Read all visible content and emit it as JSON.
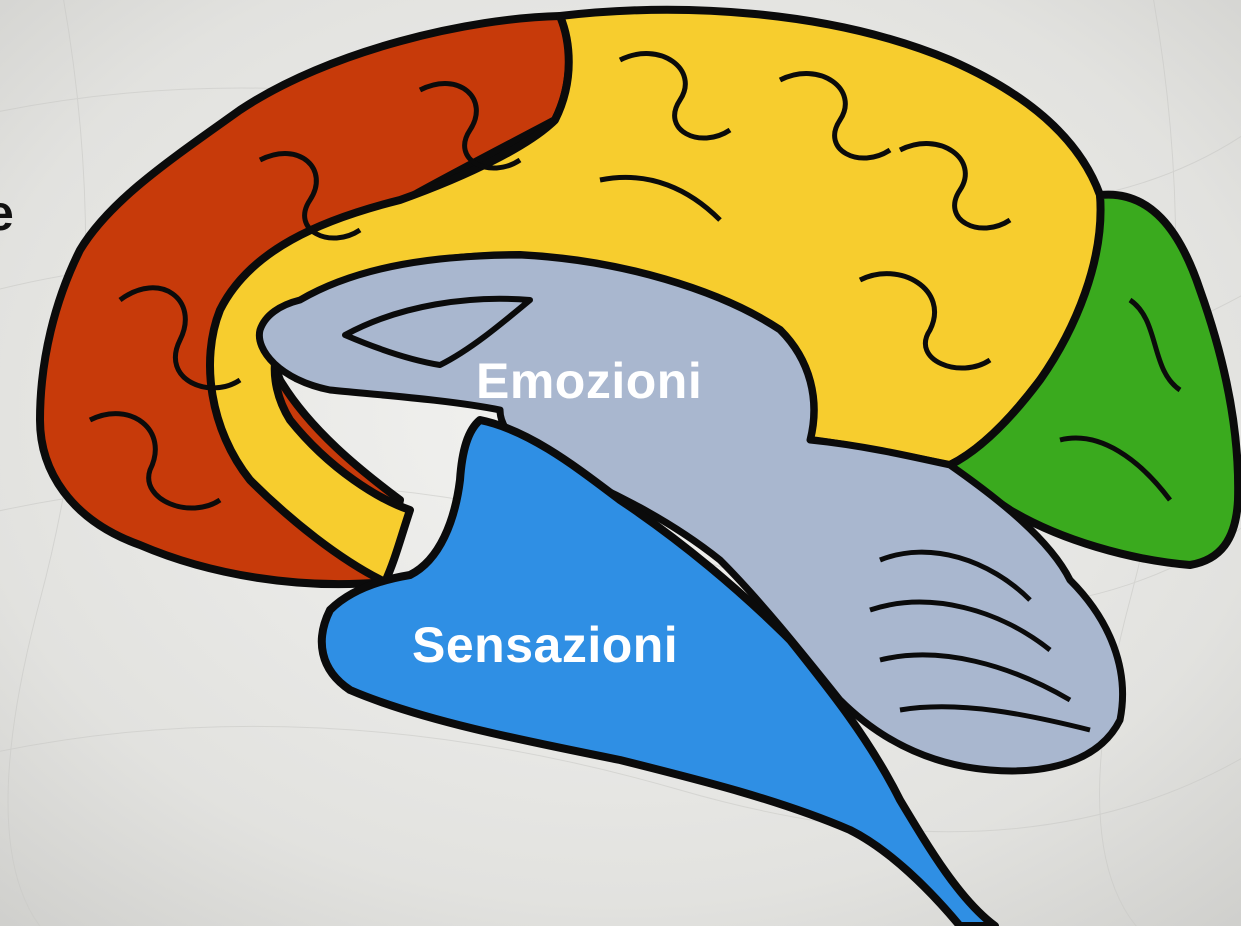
{
  "slide": {
    "partial_text_left_edge": "e",
    "labels": {
      "emotions": "Emozioni",
      "sensations": "Sensazioni"
    }
  },
  "regions": [
    {
      "id": "frontal-prefrontal",
      "color": "#c73a0a"
    },
    {
      "id": "parietal-cortex",
      "color": "#f7cd2e"
    },
    {
      "id": "occipital-lobe",
      "color": "#3aaa1e"
    },
    {
      "id": "limbic-system",
      "color": "#a9b7cf"
    },
    {
      "id": "brainstem-temporal",
      "color": "#2f8fe4"
    }
  ],
  "colors": {
    "background": "#e4e4e2",
    "outline": "#0b0b0b",
    "label_text": "#ffffff"
  }
}
